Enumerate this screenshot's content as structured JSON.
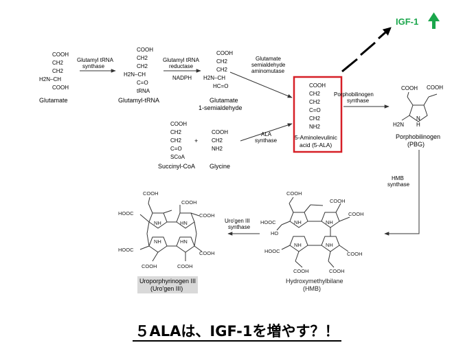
{
  "igf": {
    "label": "IGF-1",
    "color": "#1aa64b",
    "arrow_icon": "up-arrow-icon"
  },
  "highlight_color": "#d61f26",
  "molecules": {
    "glutamate": {
      "name": "Glutamate",
      "lines": [
        "COOH",
        "CH2",
        "CH2",
        "H2N–CH",
        "COOH"
      ]
    },
    "glutamyl_trna": {
      "name": "Glutamyl-tRNA",
      "lines": [
        "COOH",
        "CH2",
        "CH2",
        "H2N–CH",
        "C=O",
        "tRNA"
      ]
    },
    "semialdehyde": {
      "name": "Glutamate",
      "name2": "1-semialdehyde",
      "lines": [
        "COOH",
        "CH2",
        "CH2",
        "H2N–CH",
        "HC=O"
      ]
    },
    "succinyl_coa": {
      "name": "Succinyl-CoA",
      "lines": [
        "COOH",
        "CH2",
        "CH2",
        "C=O",
        "SCoA"
      ]
    },
    "glycine": {
      "name": "Glycine",
      "lines": [
        "COOH",
        "CH2",
        "NH2"
      ]
    },
    "ala": {
      "name": "5-Aminolevulinic",
      "name2": "acid (5-ALA)",
      "lines": [
        "COOH",
        "CH2",
        "CH2",
        "C=O",
        "CH2",
        "NH2"
      ]
    },
    "pbg": {
      "name": "Porphobilinogen",
      "name2": "(PBG)",
      "cooh1": "COOH",
      "cooh2": "COOH",
      "nh2": "H2N",
      "nh": "N",
      "h": "H"
    },
    "hmb": {
      "name": "Hydroxymethylbilane",
      "name2": "(HMB)",
      "cooh": "COOH",
      "hooc": "HOOC",
      "ho": "HO",
      "nh": "NH"
    },
    "urogen": {
      "name": "Uroporphyrinogen III",
      "name2": "(Uro'gen III)",
      "cooh": "COOH",
      "hooc": "HOOC",
      "nh": "NH",
      "hn": "HN"
    }
  },
  "enzymes": {
    "glutamyl_trna_synthase": [
      "Glutamyl tRNA",
      "synthase"
    ],
    "glutamyl_trna_reductase": [
      "Glutamyl tRNA",
      "reductase"
    ],
    "nadph": "NADPH",
    "aminomutase": [
      "Glutamate",
      "semialdehyde",
      "aminomutase"
    ],
    "ala_synthase": [
      "ALA",
      "synthase"
    ],
    "pbg_synthase": [
      "Porphobilinogen",
      "synthase"
    ],
    "hmb_synthase": [
      "HMB",
      "synthase"
    ],
    "urogen_synthase": [
      "Uro'gen III",
      "synthase"
    ]
  },
  "plus": "+",
  "caption": "５ALAは、IGF-1を増やす？！"
}
